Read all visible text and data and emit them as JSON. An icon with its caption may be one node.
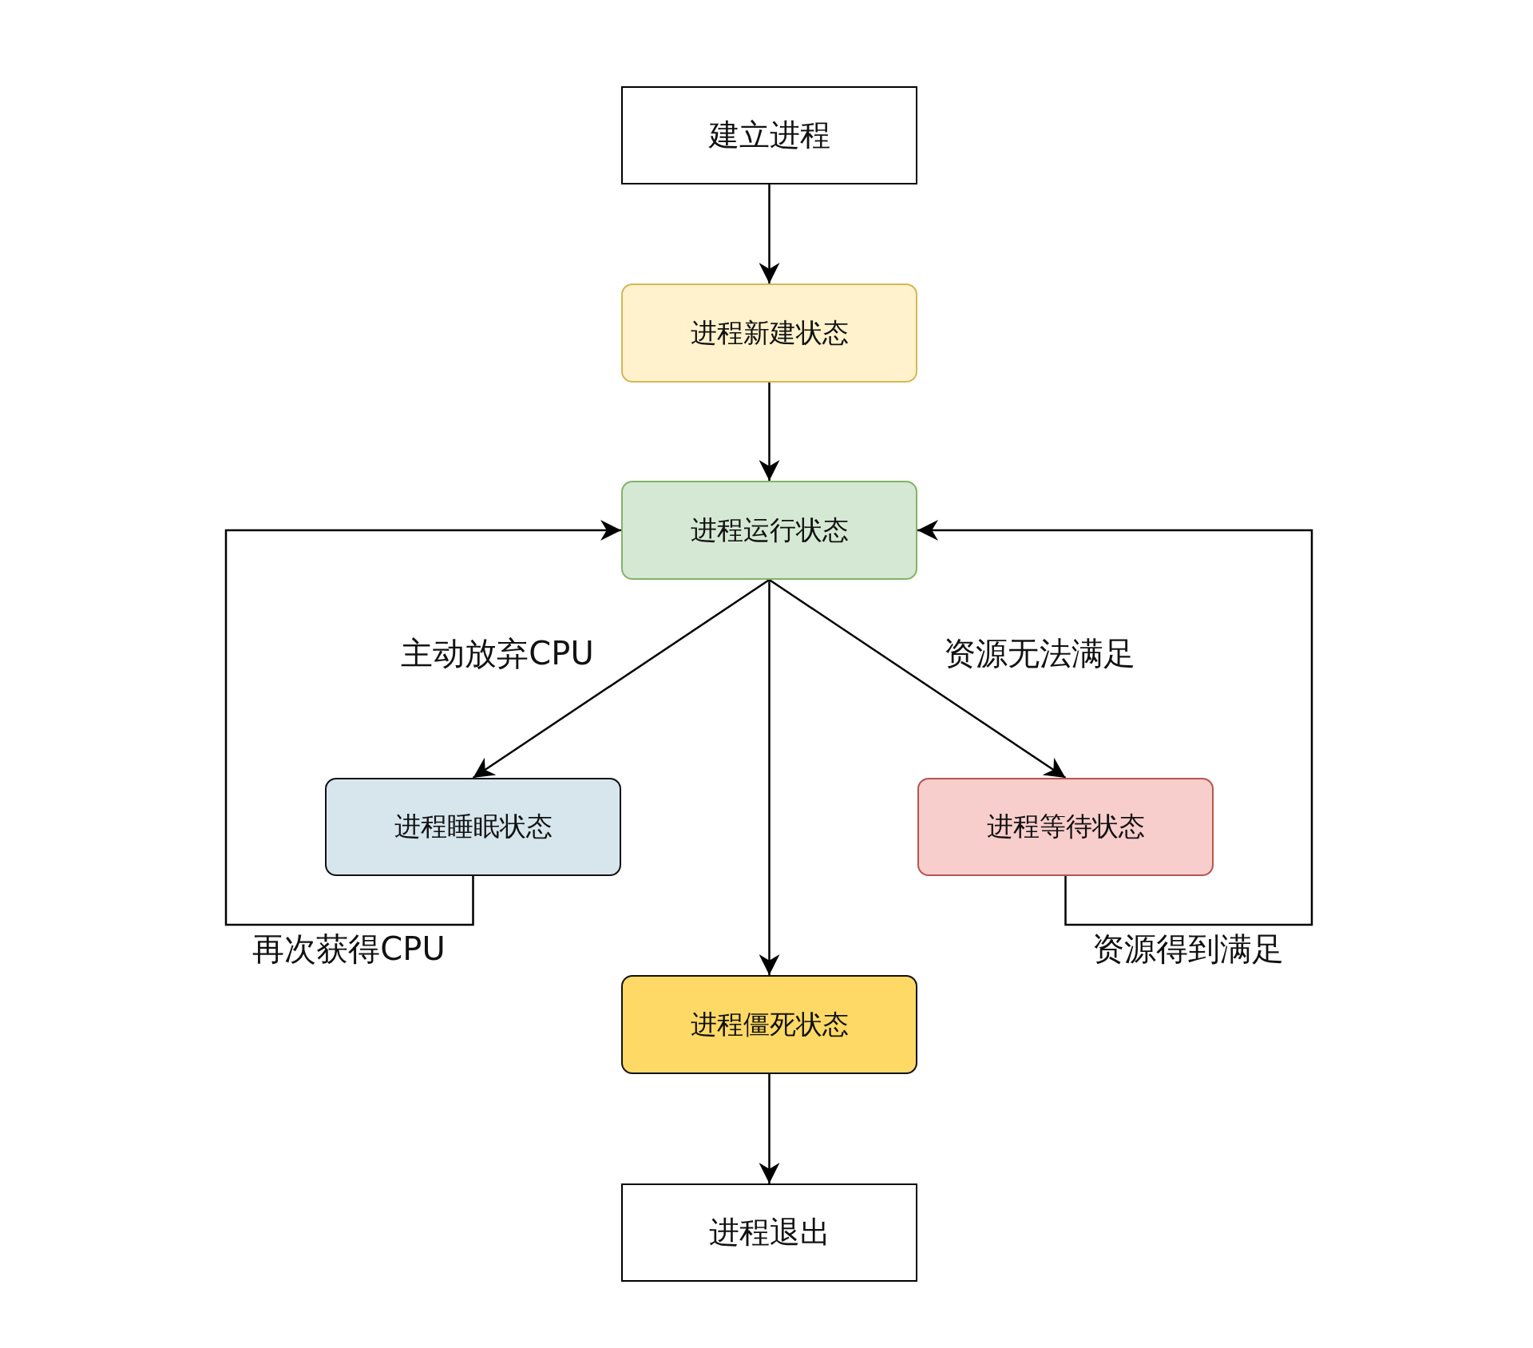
{
  "diagram": {
    "nodes": [
      {
        "text": [
          "建立进程"
        ]
      },
      {
        "text": [
          "进程新建状态"
        ]
      },
      {
        "text": [
          "进程运行状态"
        ]
      },
      {
        "text": [
          "进程睡眠状态"
        ]
      },
      {
        "text": [
          "进程等待状态"
        ]
      },
      {
        "text": [
          "进程僵死状态"
        ]
      },
      {
        "text": [
          "进程退出"
        ]
      }
    ],
    "edges": [
      {
        "from": 0,
        "to": 1,
        "arrow": "to"
      },
      {
        "from": 1,
        "to": 2,
        "arrow": "to"
      },
      {
        "from": 2,
        "to": 3,
        "arrow": "to",
        "label": "主动放弃CPU"
      },
      {
        "from": 2,
        "to": 4,
        "arrow": "to",
        "label": "资源无法满足"
      },
      {
        "from": 2,
        "to": 5,
        "arrow": "to"
      },
      {
        "from": 3,
        "to": 2,
        "arrow": "to",
        "label": "再次获得CPU"
      },
      {
        "from": 4,
        "to": 2,
        "arrow": "to",
        "label": "资源得到满足"
      },
      {
        "from": 5,
        "to": 6,
        "arrow": "to"
      }
    ]
  }
}
